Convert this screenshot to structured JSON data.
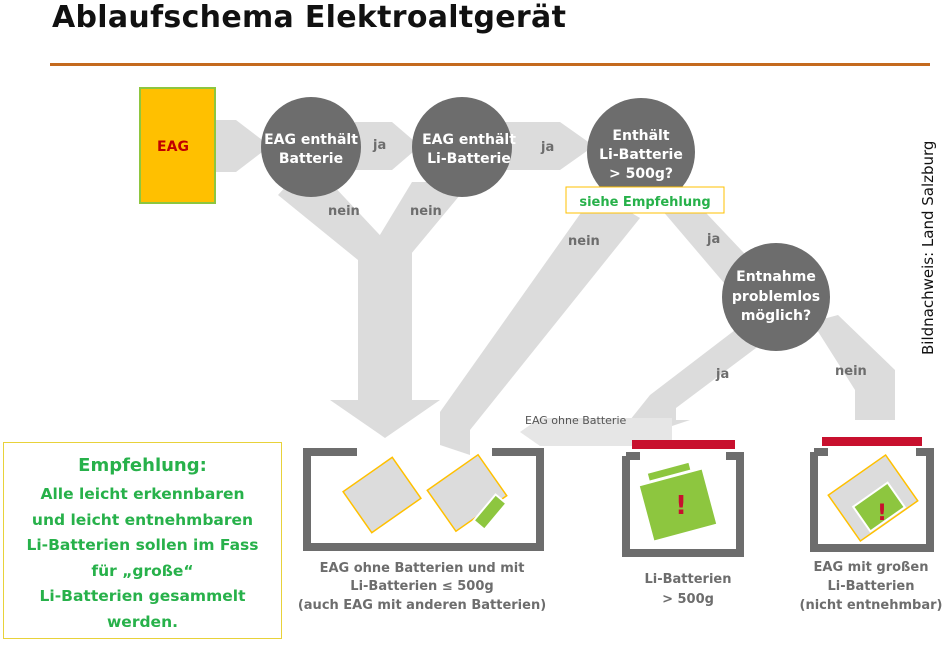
{
  "header": {
    "title": "Ablaufschema Elektroaltgerät"
  },
  "credit": "Bildnachweis: Land Salzburg",
  "start": {
    "label": "EAG"
  },
  "decisions": {
    "battery": [
      "EAG enthält",
      "Batterie"
    ],
    "li_battery": [
      "EAG enthält",
      "Li-Batterie"
    ],
    "over_500g": [
      "Enthält",
      "Li-Batterie",
      "> 500g?"
    ],
    "removal": [
      "Entnahme",
      "problemlos",
      "möglich?"
    ]
  },
  "edges": {
    "ja1": "ja",
    "ja2": "ja",
    "ja3": "ja",
    "ja4": "ja",
    "nein1": "nein",
    "nein2": "nein",
    "nein3": "nein",
    "nein4": "nein",
    "eag_ohne_batterie": "EAG ohne Batterie"
  },
  "see_recommendation": "siehe Empfehlung",
  "bins": {
    "bin1": [
      "EAG ohne Batterien und mit",
      "Li-Batterien ≤ 500g",
      "(auch EAG mit anderen Batterien)"
    ],
    "bin2": [
      "Li-Batterien",
      "> 500g"
    ],
    "bin3": [
      "EAG mit großen",
      "Li-Batterien",
      "(nicht entnehmbar)"
    ]
  },
  "warning_mark": "!",
  "recommendation": {
    "title": "Empfehlung:",
    "lines": [
      "Alle leicht erkennbaren",
      "und leicht entnehmbaren",
      "Li-Batterien sollen im Fass",
      "für „große“",
      "Li-Batterien gesammelt",
      "werden."
    ]
  },
  "colors": {
    "arrow": "#dcdcdc",
    "circle": "#6d6d6d",
    "bin_wall": "#6d6d6d",
    "green": "#8dc63f",
    "lid_red": "#c8102e",
    "start_fill": "#ffc000",
    "start_text": "#c00000",
    "rule": "#c46a1e",
    "empfehlung_text": "#27b14a"
  }
}
